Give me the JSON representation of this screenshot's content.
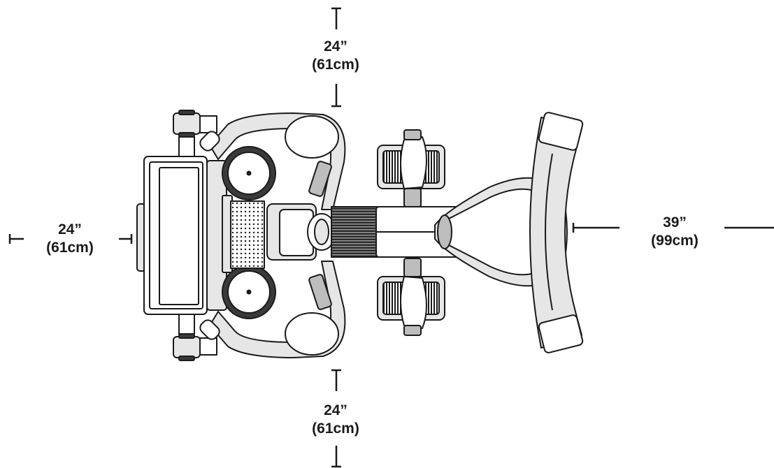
{
  "dimensions": {
    "top": {
      "inches": "24”",
      "cm": "(61cm)"
    },
    "bottom": {
      "inches": "24”",
      "cm": "(61cm)"
    },
    "left": {
      "inches": "24”",
      "cm": "(61cm)"
    },
    "right": {
      "inches": "39”",
      "cm": "(99cm)"
    }
  },
  "colors": {
    "line": "#1a1a1a",
    "fill_light": "#e6e6e6",
    "fill_mid": "#bdbdbd",
    "fill_dark": "#3a3a3a"
  }
}
